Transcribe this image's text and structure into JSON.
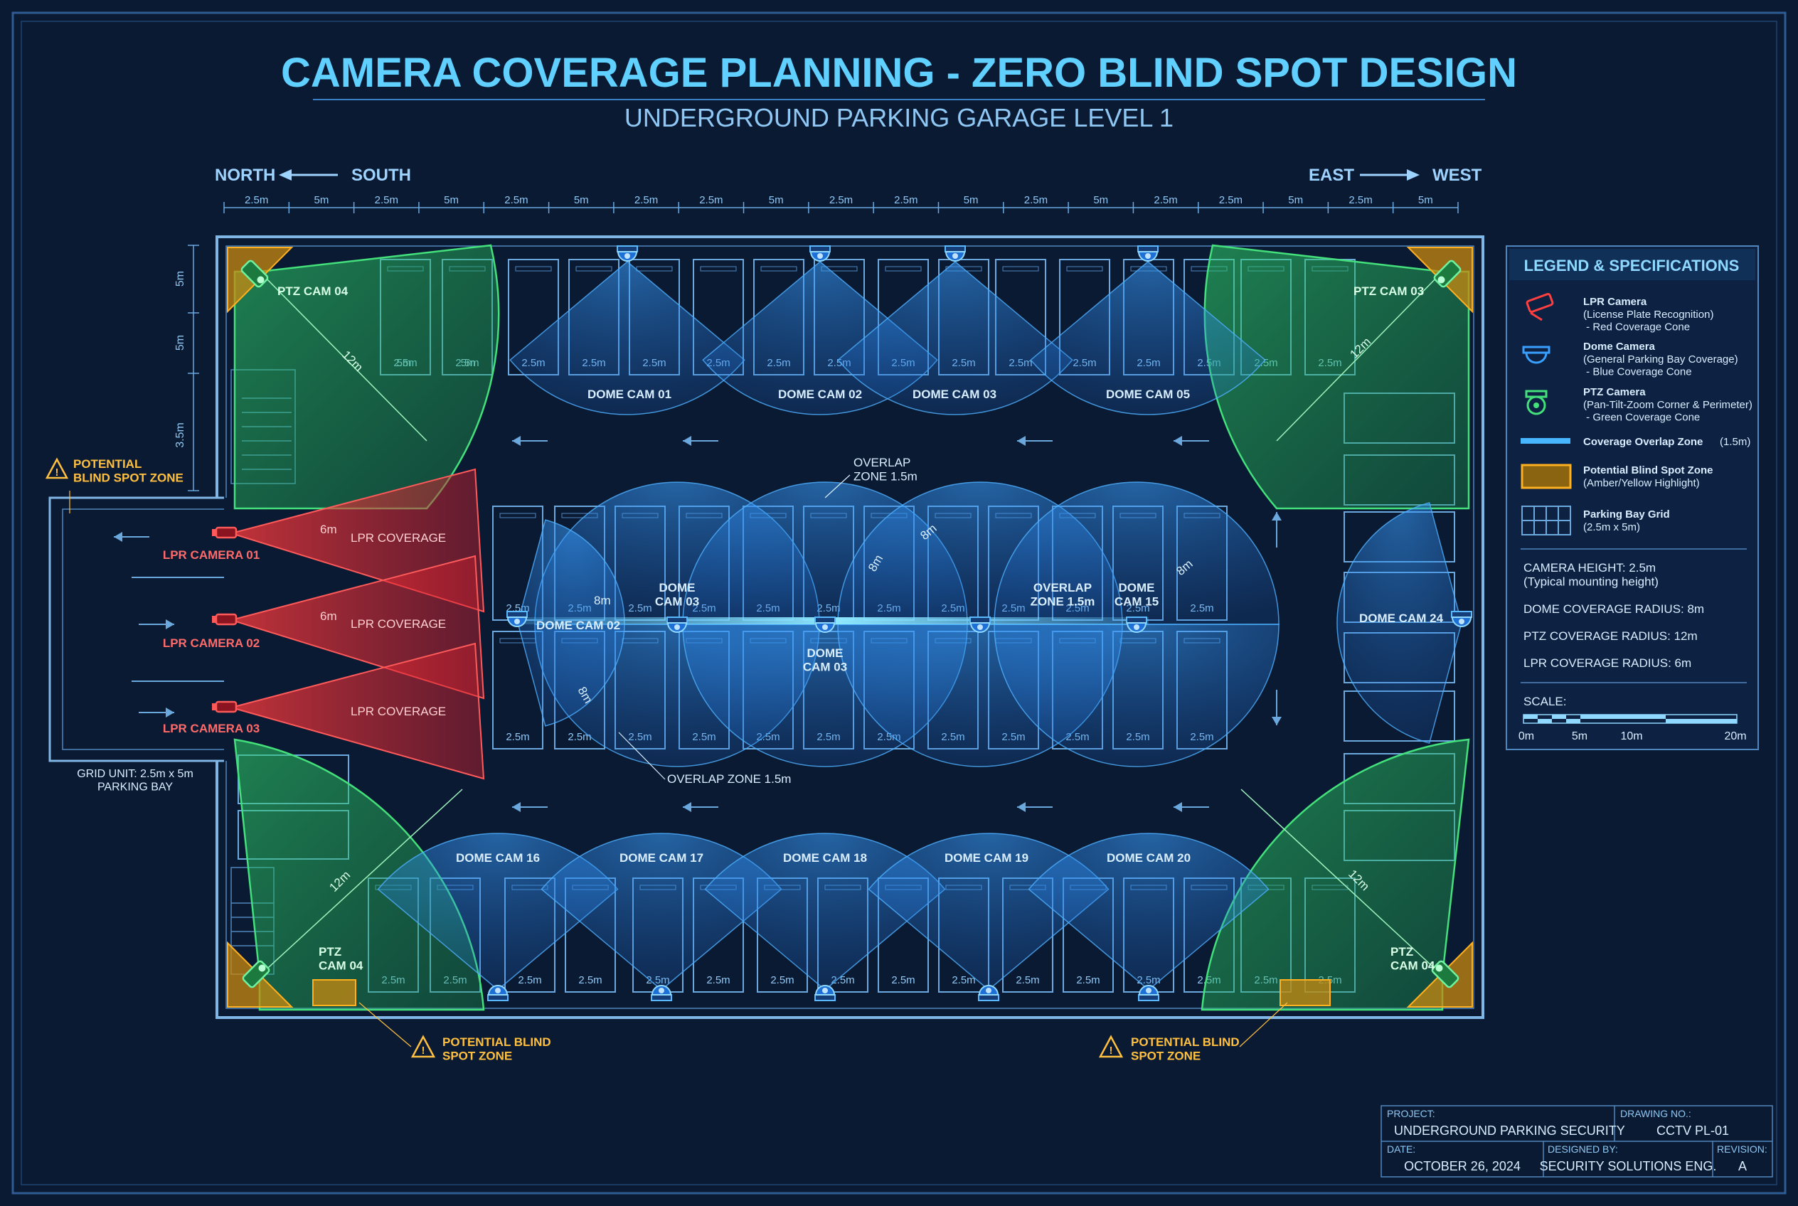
{
  "header": {
    "title": "CAMERA COVERAGE PLANNING - ZERO BLIND SPOT DESIGN",
    "subtitle": "UNDERGROUND PARKING GARAGE LEVEL 1"
  },
  "compass": {
    "left_from": "NORTH",
    "left_to": "SOUTH",
    "right_from": "EAST",
    "right_to": "WEST"
  },
  "top_dimensions": [
    "2.5m",
    "5m",
    "2.5m",
    "5m",
    "2.5m",
    "5m",
    "2.5m",
    "2.5m",
    "5m",
    "2.5m",
    "2.5m",
    "5m",
    "2.5m",
    "5m",
    "2.5m",
    "2.5m",
    "5m",
    "2.5m",
    "5m"
  ],
  "side_dimensions": [
    "5m",
    "5m",
    "3.5m"
  ],
  "cameras": {
    "ptz": [
      "PTZ CAM 04",
      "PTZ CAM 03",
      "PTZ\nCAM 04",
      "PTZ\nCAM 04"
    ],
    "dome_top": [
      "DOME CAM 01",
      "DOME CAM 02",
      "DOME CAM 03",
      "DOME CAM 05"
    ],
    "dome_mid": [
      "DOME CAM 02",
      "DOME\nCAM 03",
      "DOME\nCAM 03",
      "DOME\nCAM 15",
      "DOME CAM 24"
    ],
    "dome_bottom": [
      "DOME CAM 16",
      "DOME CAM 17",
      "DOME CAM 18",
      "DOME CAM 19",
      "DOME CAM 20"
    ],
    "lpr": [
      "LPR CAMERA 01",
      "LPR CAMERA 02",
      "LPR CAMERA 03"
    ],
    "lpr_coverage": "LPR COVERAGE",
    "lpr_range": "6m",
    "ptz_range": "12m",
    "dome_range": "8m",
    "bay_width": "2.5m",
    "bay_depth": "5m"
  },
  "annotations": {
    "overlap_zone_top": "OVERLAP\nZONE 1.5m",
    "overlap_zone_right": "OVERLAP\nZONE 1.5m",
    "overlap_zone_bottom": "OVERLAP ZONE 1.5m",
    "blind_spot_left": "POTENTIAL\nBLIND SPOT ZONE",
    "blind_spot_bottom_left": "POTENTIAL BLIND\nSPOT ZONE",
    "blind_spot_bottom_right": "POTENTIAL BLIND\nSPOT ZONE",
    "grid_unit": "GRID UNIT: 2.5m x 5m\nPARKING BAY"
  },
  "legend": {
    "title": "LEGEND & SPECIFICATIONS",
    "items": [
      {
        "name": "LPR Camera",
        "desc": "(License Plate Recognition)\n - Red Coverage Cone",
        "icon": "lpr-camera-icon"
      },
      {
        "name": "Dome Camera",
        "desc": "(General Parking Bay Coverage)\n - Blue Coverage Cone",
        "icon": "dome-camera-icon"
      },
      {
        "name": "PTZ Camera",
        "desc": "(Pan-Tilt-Zoom Corner & Perimeter)\n - Green Coverage Cone",
        "icon": "ptz-camera-icon"
      },
      {
        "name": "Coverage Overlap Zone",
        "desc": "(1.5m)",
        "icon": "overlap-zone-icon"
      },
      {
        "name": "Potential Blind Spot Zone",
        "desc": "(Amber/Yellow Highlight)",
        "icon": "blind-spot-icon"
      },
      {
        "name": "Parking Bay Grid",
        "desc": "(2.5m x 5m)",
        "icon": "grid-icon"
      }
    ],
    "specs": [
      "CAMERA HEIGHT: 2.5m\n(Typical mounting height)",
      "DOME COVERAGE RADIUS: 8m",
      "PTZ COVERAGE RADIUS: 12m",
      "LPR COVERAGE RADIUS: 6m"
    ],
    "scale_label": "SCALE:",
    "scale_ticks": [
      "0m",
      "5m",
      "10m",
      "20m"
    ]
  },
  "title_block": {
    "project_label": "PROJECT:",
    "project": "UNDERGROUND PARKING SECURITY",
    "drawing_no_label": "DRAWING NO.:",
    "drawing_no": "CCTV PL-01",
    "date_label": "DATE:",
    "date": "OCTOBER 26, 2024",
    "designed_by_label": "DESIGNED BY:",
    "designed_by": "SECURITY SOLUTIONS ENG.",
    "revision_label": "REVISION:",
    "revision": "A"
  },
  "colors": {
    "background": "#0b1a33",
    "line": "#5ea9e6",
    "dome": "#2f8cff",
    "ptz": "#2fd46a",
    "lpr": "#ff3b3b",
    "blind": "#ffb020",
    "title": "#5fd0ff"
  }
}
